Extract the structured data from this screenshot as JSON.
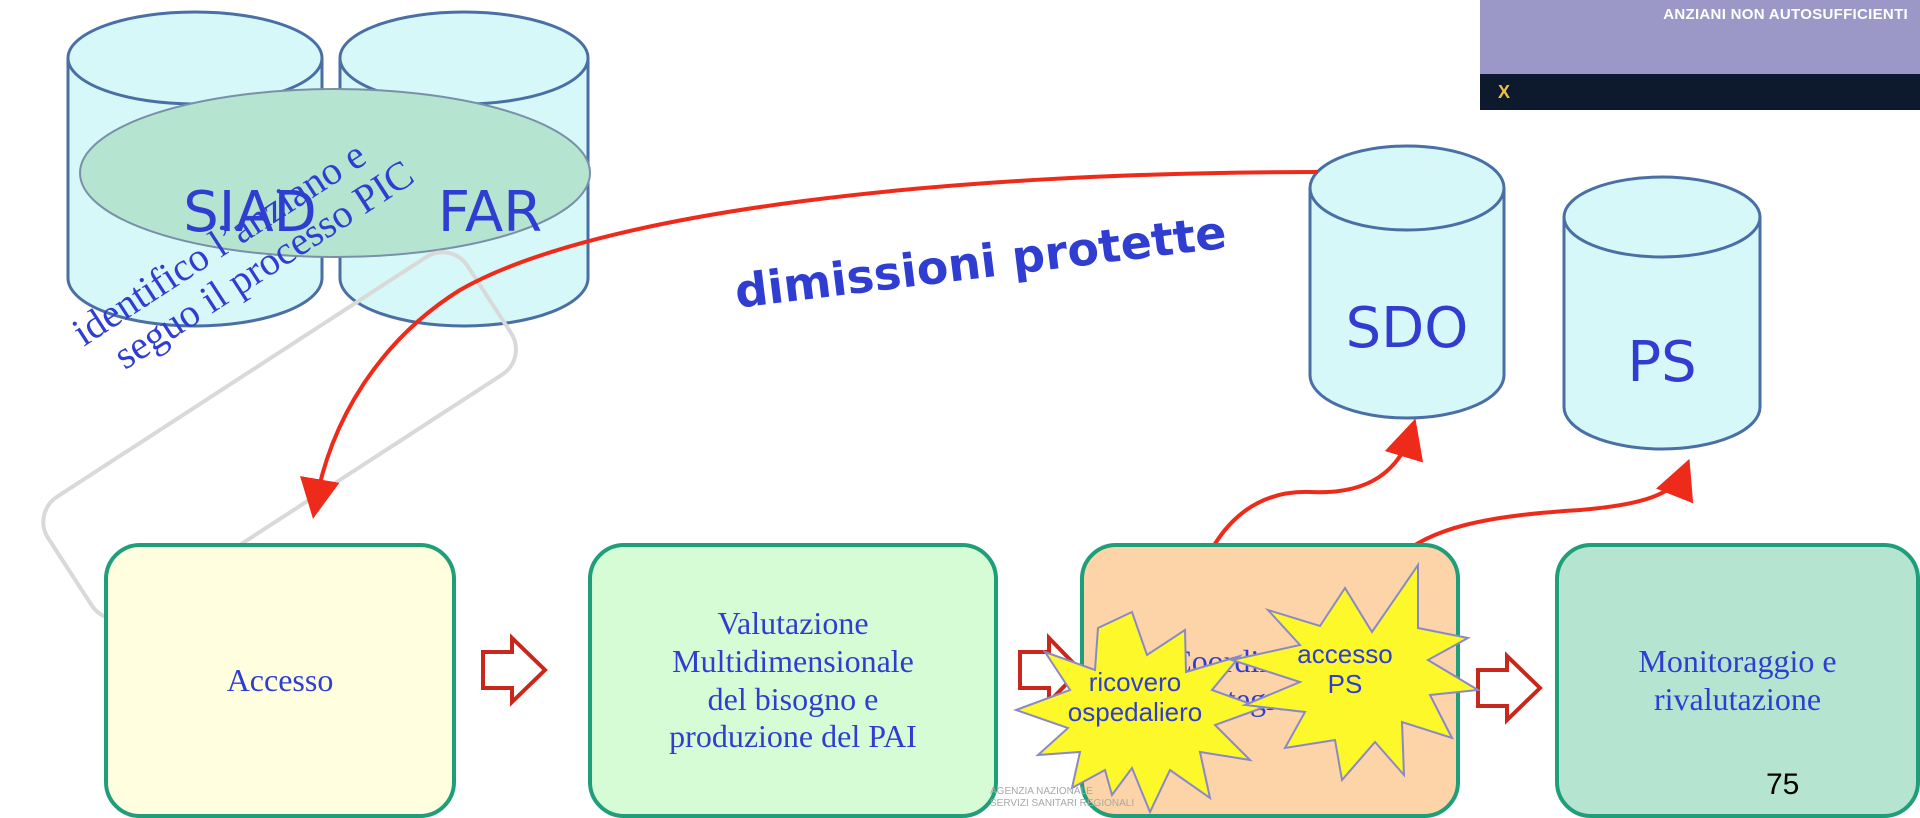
{
  "banner": {
    "title": "ANZIANI NON AUTOSUFFICIENTI",
    "logo": "X"
  },
  "databases": {
    "siad": "SIAD",
    "far": "FAR",
    "sdo": "SDO",
    "ps": "PS"
  },
  "arrow_label": "dimissioni protette",
  "callout": {
    "line1": "identifico  l’anziano e",
    "line2": "seguo il  processo PIC"
  },
  "process": {
    "accesso": "Accesso",
    "valutazione": [
      "Valutazione",
      "Multidimensionale",
      "del bisogno e",
      "produzione del PAI"
    ],
    "coordinamento": [
      "Coordinamento",
      "e integrazione"
    ],
    "monitoraggio": [
      "Monitoraggio e",
      "rivalutazione"
    ]
  },
  "bursts": {
    "ricovero": [
      "ricovero",
      "ospedaliero"
    ],
    "accesso_ps": [
      "accesso",
      "PS"
    ]
  },
  "footer_logo": [
    "AGENZIA NAZIONALE",
    "SERVIZI SANITARI REGIONALI"
  ],
  "page_number": "75",
  "colors": {
    "cylinder_fill": "#d6f8f8",
    "cylinder_stroke": "#4a6fa5",
    "ellipse_fill": "#b5e5d1",
    "arrow_red": "#ee2a1a",
    "box_border": "#1f9e7a",
    "text_blue": "#2f3ed1"
  }
}
